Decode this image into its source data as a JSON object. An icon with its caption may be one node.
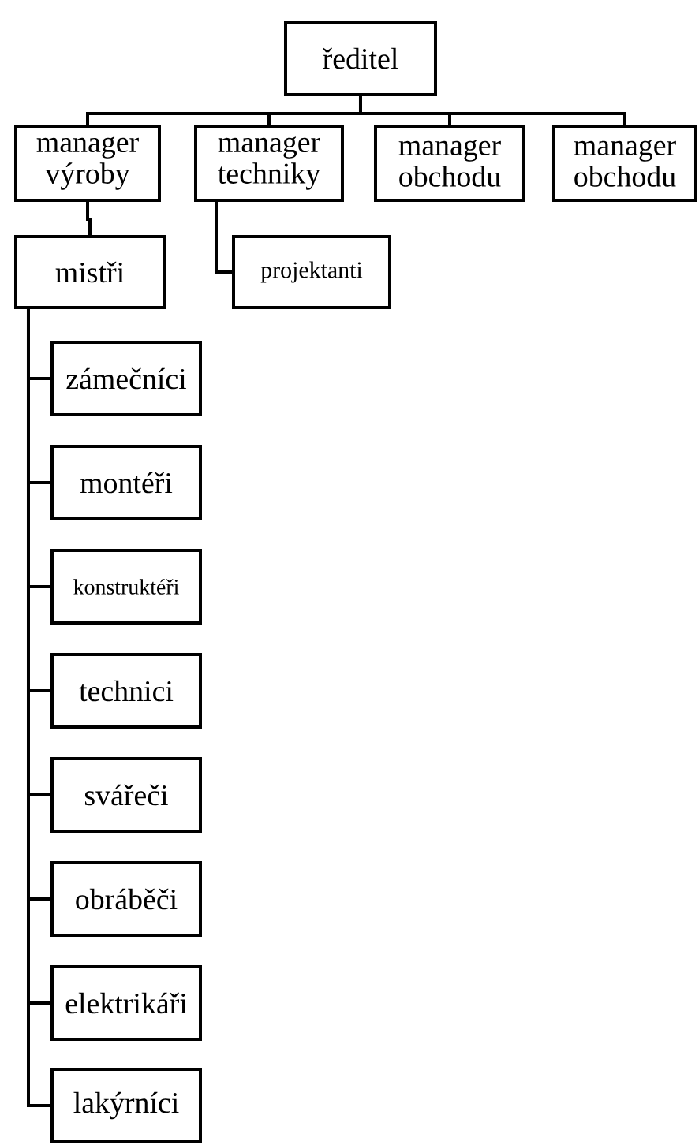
{
  "diagram": {
    "nodes": [
      {
        "text": [
          "ředitel"
        ]
      },
      {
        "text": [
          "manager výroby"
        ]
      },
      {
        "text": [
          "manager techniky"
        ]
      },
      {
        "text": [
          "manager obchodu"
        ]
      },
      {
        "text": [
          "manager obchodu"
        ]
      },
      {
        "text": [
          "mistři"
        ]
      },
      {
        "text": [
          "projektanti"
        ]
      },
      {
        "text": [
          "zámečníci"
        ]
      },
      {
        "text": [
          "montéři"
        ]
      },
      {
        "text": [
          "konstruktéři"
        ]
      },
      {
        "text": [
          "technici"
        ]
      },
      {
        "text": [
          "svářeči"
        ]
      },
      {
        "text": [
          "obráběči"
        ]
      },
      {
        "text": [
          "elektrikáři"
        ]
      },
      {
        "text": [
          "lakýrníci"
        ]
      }
    ],
    "edges": [
      {
        "from": 0,
        "to": 1,
        "arrow": "none"
      },
      {
        "from": 0,
        "to": 2,
        "arrow": "none"
      },
      {
        "from": 0,
        "to": 3,
        "arrow": "none"
      },
      {
        "from": 0,
        "to": 4,
        "arrow": "none"
      },
      {
        "from": 1,
        "to": 5,
        "arrow": "none"
      },
      {
        "from": 2,
        "to": 6,
        "arrow": "none"
      },
      {
        "from": 5,
        "to": 7,
        "arrow": "none"
      },
      {
        "from": 5,
        "to": 8,
        "arrow": "none"
      },
      {
        "from": 5,
        "to": 9,
        "arrow": "none"
      },
      {
        "from": 5,
        "to": 10,
        "arrow": "none"
      },
      {
        "from": 5,
        "to": 11,
        "arrow": "none"
      },
      {
        "from": 5,
        "to": 12,
        "arrow": "none"
      },
      {
        "from": 5,
        "to": 13,
        "arrow": "none"
      },
      {
        "from": 5,
        "to": 14,
        "arrow": "none"
      }
    ]
  }
}
